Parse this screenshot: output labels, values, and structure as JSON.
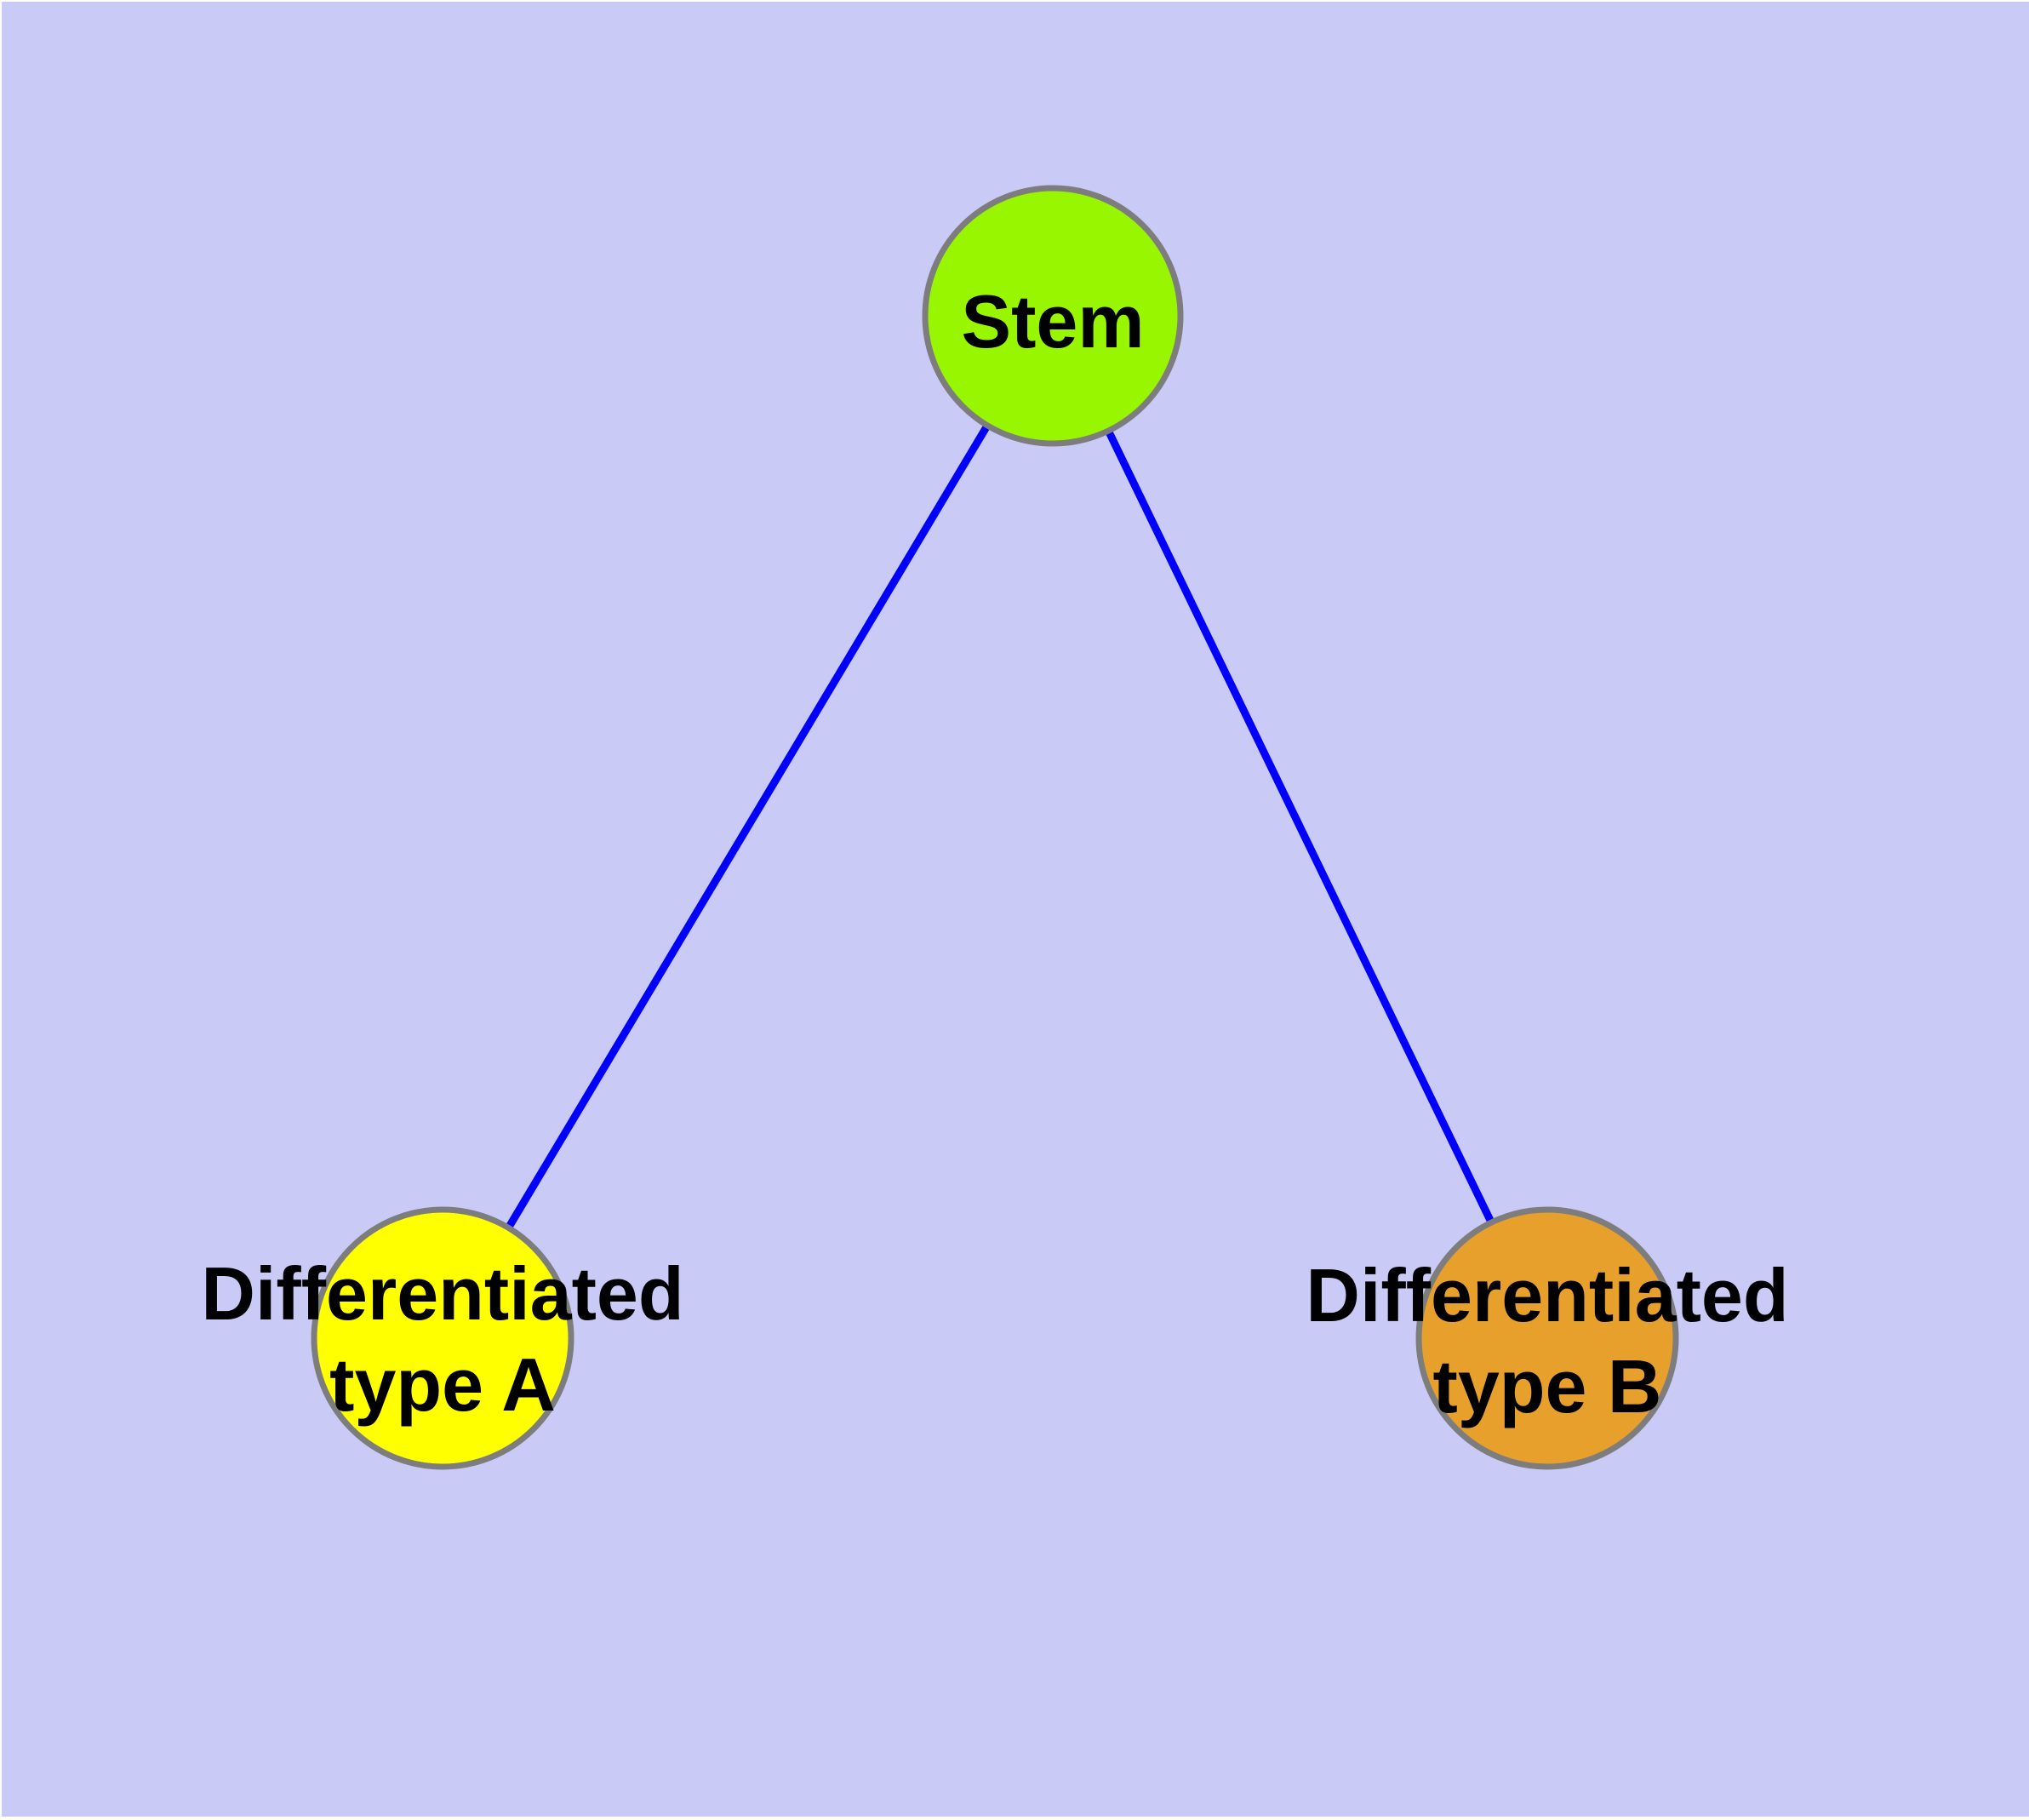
{
  "diagram": {
    "type": "node-link-graph",
    "background_color": "#cacaf7",
    "page_margin_color": "#ffffff",
    "node_border_color": "#7d7d7d",
    "edge_color": "#0000fb",
    "label_color": "#000000",
    "nodes": [
      {
        "id": "stem",
        "label_lines": [
          "Stem"
        ],
        "fill": "#98f700"
      },
      {
        "id": "differentiated-type-a",
        "label_lines": [
          "Differentiated",
          "type A"
        ],
        "fill": "#ffff00"
      },
      {
        "id": "differentiated-type-b",
        "label_lines": [
          "Differentiated",
          "type B"
        ],
        "fill": "#e8a02c"
      }
    ],
    "edges": [
      {
        "from": "stem",
        "to": "differentiated-type-a"
      },
      {
        "from": "stem",
        "to": "differentiated-type-b"
      }
    ]
  }
}
